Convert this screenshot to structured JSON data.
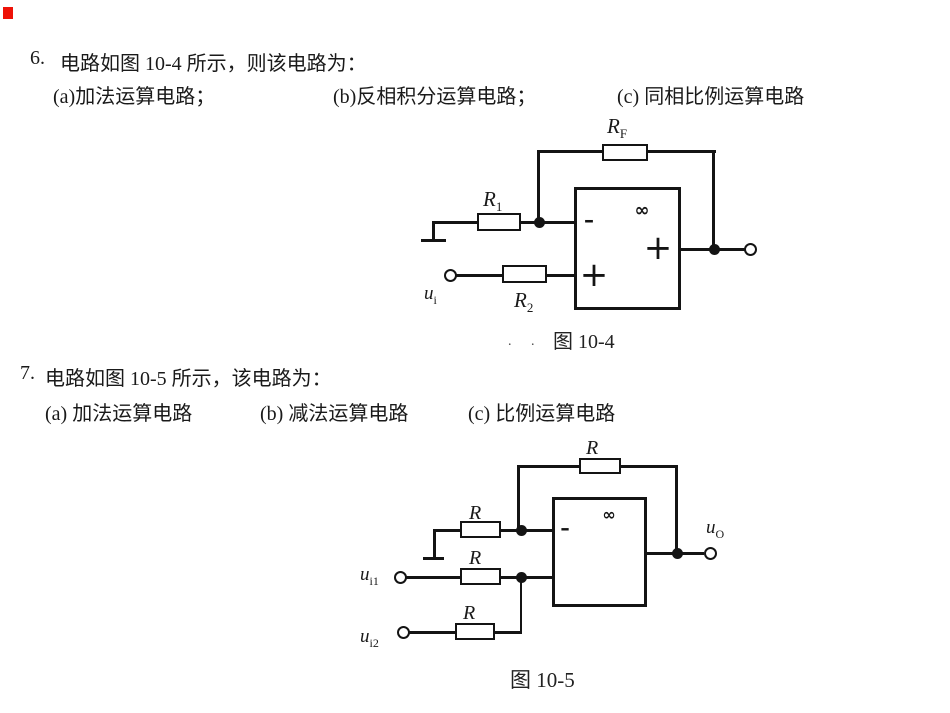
{
  "colors": {
    "background": "#ffffff",
    "ink": "#141414",
    "red_mark": "#ee1208"
  },
  "q6": {
    "number": "6.",
    "prompt": "电路如图 10-4 所示，则该电路为：",
    "options": [
      {
        "label": "(a)加法运算电路；"
      },
      {
        "label": "(b)反相积分运算电路；"
      },
      {
        "label": "(c) 同相比例运算电路"
      }
    ]
  },
  "fig10_4": {
    "caption": "图 10-4",
    "stray_dots": ". .",
    "labels": {
      "rf": {
        "base": "R",
        "sub": "F"
      },
      "r1": {
        "base": "R",
        "sub": "1"
      },
      "r2": {
        "base": "R",
        "sub": "2"
      },
      "ui": {
        "base": "u",
        "sub": "i"
      }
    },
    "opamp": {
      "gain": "∞",
      "minus": "-",
      "plus_output": "+",
      "plus_input": "+"
    }
  },
  "q7": {
    "number": "7.",
    "prompt": "电路如图 10-5 所示，该电路为：",
    "options": [
      {
        "label": "(a) 加法运算电路"
      },
      {
        "label": "(b) 减法运算电路"
      },
      {
        "label": "(c) 比例运算电路"
      }
    ]
  },
  "fig10_5": {
    "caption": "图 10-5",
    "labels": {
      "r_feedback": {
        "base": "R"
      },
      "r_top": {
        "base": "R"
      },
      "r_mid": {
        "base": "R"
      },
      "r_bot": {
        "base": "R"
      },
      "ui1": {
        "base": "u",
        "sub": "i1"
      },
      "ui2": {
        "base": "u",
        "sub": "i2"
      },
      "uo": {
        "base": "u",
        "sub": "O"
      }
    },
    "opamp": {
      "gain": "∞",
      "minus": "-"
    }
  }
}
